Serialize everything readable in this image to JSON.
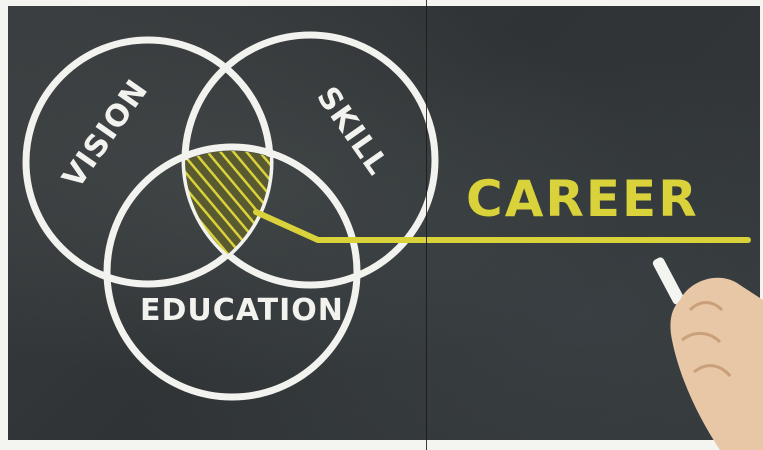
{
  "venn": {
    "labels": {
      "vision": "VISION",
      "skill": "SKILL",
      "education": "EDUCATION"
    }
  },
  "headline": {
    "text": "CAREER"
  },
  "colors": {
    "chalk_white": "#f2f2ee",
    "chalk_yellow": "#d9d23a",
    "board": "#33373a",
    "hand": "#e8c7a6"
  },
  "icons": {
    "hand": "hand-holding-chalk-icon"
  }
}
